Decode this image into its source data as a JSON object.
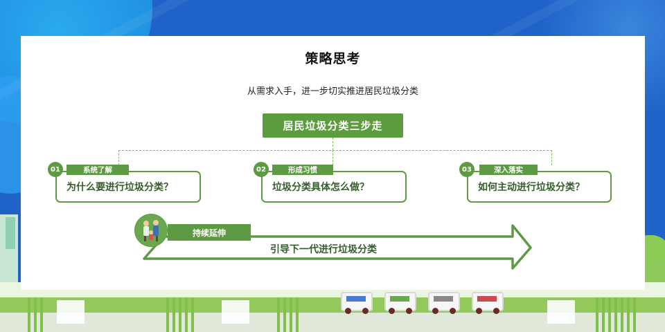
{
  "title": "策略思考",
  "subtitle": "从需求入手，进一步切实推进居民垃圾分类",
  "main_box": "居民垃圾分类三步走",
  "steps": [
    {
      "num": "01",
      "tag": "系统了解",
      "question": "为什么要进行垃圾分类？"
    },
    {
      "num": "02",
      "tag": "形成习惯",
      "question": "垃圾分类具体怎么做？"
    },
    {
      "num": "03",
      "tag": "深入落实",
      "question": "如何主动进行垃圾分类？"
    }
  ],
  "extension": {
    "tag": "持续延伸",
    "text": "引导下一代进行垃圾分类"
  },
  "colors": {
    "accent_green": "#5e9a44",
    "background_blue": "#1f63c8"
  }
}
